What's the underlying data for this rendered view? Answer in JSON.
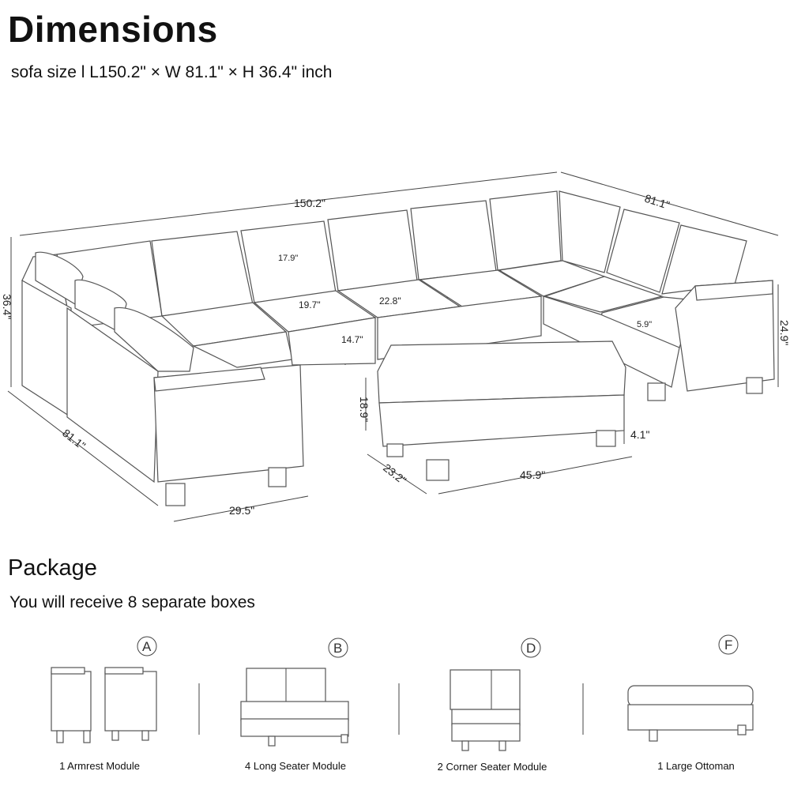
{
  "header": {
    "title": "Dimensions",
    "subtitle": "sofa size l L150.2\" × W 81.1\" × H 36.4\" inch"
  },
  "dimensions": {
    "total_length": "150.2\"",
    "right_width": "81.1\"",
    "left_width": "81.1\"",
    "total_height": "36.4\"",
    "arm_height": "24.9\"",
    "back_height": "17.9\"",
    "seat_depth": "19.7\"",
    "seat_width": "22.8\"",
    "seat_height": "14.7\"",
    "armrest_width": "5.9\"",
    "ottoman_height": "18.9\"",
    "leg_height": "4.1\"",
    "ottoman_depth": "23.2\"",
    "ottoman_length": "45.9\"",
    "armrest_module_width": "29.5\""
  },
  "package": {
    "title": "Package",
    "subtitle": "You will receive 8 separate boxes",
    "modules": [
      {
        "letter": "A",
        "label": "1 Armrest Module"
      },
      {
        "letter": "B",
        "label": "4 Long Seater Module"
      },
      {
        "letter": "D",
        "label": "2 Corner Seater Module"
      },
      {
        "letter": "F",
        "label": "1 Large Ottoman"
      }
    ]
  }
}
